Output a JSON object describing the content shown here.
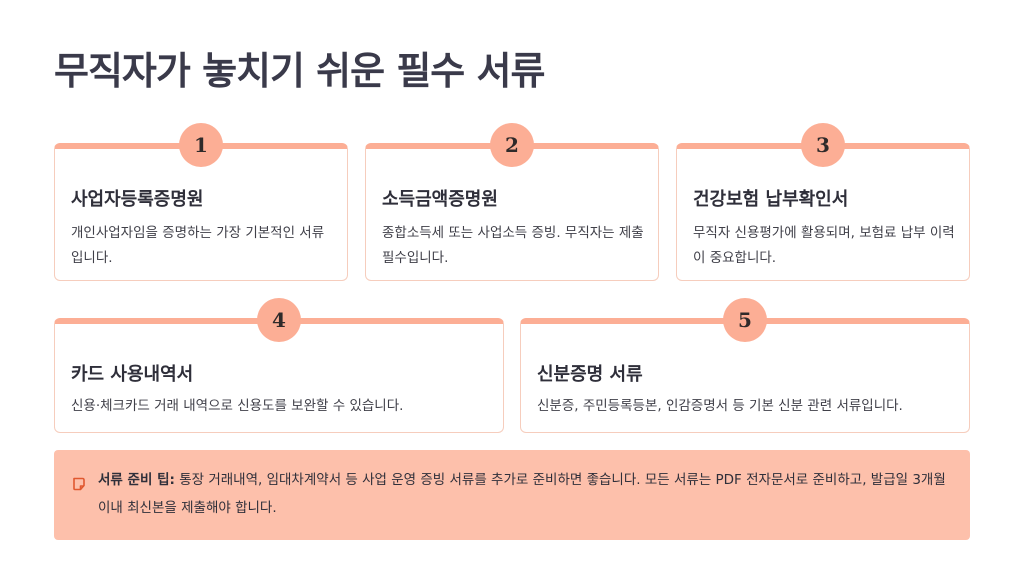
{
  "page": {
    "title": "무직자가 놓치기 쉬운 필수 서류"
  },
  "cards": [
    {
      "number": "1",
      "title": "사업자등록증명원",
      "description": "개인사업자임을 증명하는 가장 기본적인 서류입니다."
    },
    {
      "number": "2",
      "title": "소득금액증명원",
      "description": "종합소득세 또는 사업소득 증빙. 무직자는 제출 필수입니다."
    },
    {
      "number": "3",
      "title": "건강보험 납부확인서",
      "description": "무직자 신용평가에 활용되며, 보험료 납부 이력이 중요합니다."
    },
    {
      "number": "4",
      "title": "카드 사용내역서",
      "description": "신용·체크카드 거래 내역으로 신용도를 보완할 수 있습니다."
    },
    {
      "number": "5",
      "title": "신분증명 서류",
      "description": "신분증, 주민등록등본, 인감증명서 등 기본 신분 관련 서류입니다."
    }
  ],
  "tip": {
    "icon": "note-icon",
    "label": "서류 준비 팁:",
    "text": " 통장 거래내역, 임대차계약서 등 사업 운영 증빙 서류를 추가로 준비하면 좋습니다. 모든 서류는 PDF 전자문서로 준비하고, 발급일 3개월 이내 최신본을 제출해야 합니다."
  },
  "colors": {
    "accent": "#fcae95",
    "card_border": "#f6cdbd",
    "tip_background": "#fdc0ab",
    "title_text": "#3a3a4a",
    "tip_icon": "#e0582f"
  }
}
